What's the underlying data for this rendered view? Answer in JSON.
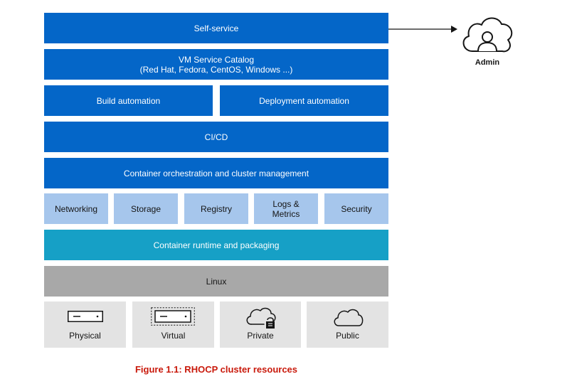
{
  "layers": {
    "self_service": "Self-service",
    "vm_catalog": "VM Service Catalog\n(Red Hat, Fedora, CentOS, Windows ...)",
    "build_automation": "Build automation",
    "deployment_automation": "Deployment automation",
    "cicd": "CI/CD",
    "orchestration": "Container orchestration and cluster management",
    "services": [
      "Networking",
      "Storage",
      "Registry",
      "Logs &\nMetrics",
      "Security"
    ],
    "runtime": "Container runtime and packaging",
    "linux": "Linux",
    "infrastructure": [
      {
        "label": "Physical",
        "icon": "physical-server-icon"
      },
      {
        "label": "Virtual",
        "icon": "virtual-server-icon"
      },
      {
        "label": "Private",
        "icon": "private-cloud-icon"
      },
      {
        "label": "Public",
        "icon": "public-cloud-icon"
      }
    ]
  },
  "admin": {
    "label": "Admin",
    "icon": "admin-cloud-user-icon"
  },
  "caption": "Figure 1.1: RHOCP cluster resources",
  "colors": {
    "dark_blue": "#0466c8",
    "light_blue": "#a6c6ec",
    "teal": "#16a0c6",
    "gray": "#a8a8a8",
    "light_gray": "#e3e3e3",
    "caption_red": "#c9190b"
  }
}
